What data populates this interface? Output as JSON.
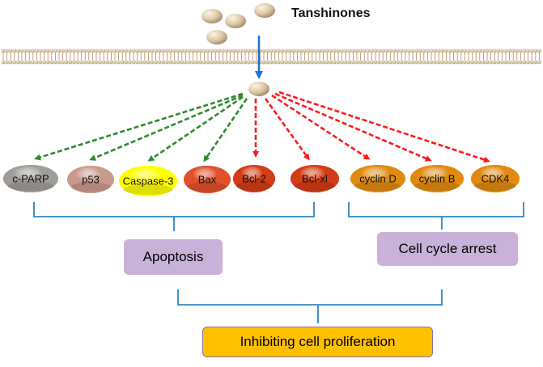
{
  "title": "Tanshinones",
  "molecules": [
    {
      "label": "c-PARP",
      "effect": "up",
      "color": "#a09c98"
    },
    {
      "label": "p53",
      "effect": "up",
      "color": "#c89a8e"
    },
    {
      "label": "Caspase-3",
      "effect": "up",
      "color": "#ffff00"
    },
    {
      "label": "Bax",
      "effect": "up",
      "color": "#e0502a"
    },
    {
      "label": "Bcl-2",
      "effect": "down",
      "color": "#d23c16"
    },
    {
      "label": "Bcl-xl",
      "effect": "down",
      "color": "#d23c16"
    },
    {
      "label": "cyclin D",
      "effect": "down",
      "color": "#e08a10"
    },
    {
      "label": "cyclin B",
      "effect": "down",
      "color": "#e08a10"
    },
    {
      "label": "CDK4",
      "effect": "down",
      "color": "#e08a10"
    }
  ],
  "outcomes": {
    "apoptosis": "Apoptosis",
    "cell_cycle": "Cell cycle arrest",
    "final": "Inhibiting cell proliferation"
  },
  "colors": {
    "up_arrow": "#2e8b2e",
    "down_arrow": "#ff1a1a",
    "entry_arrow": "#1f6fd6",
    "bracket": "#2f86c8",
    "outcome_box": "#c9b2d9",
    "final_box": "#ffc000",
    "membrane_head": "#d8c7a8"
  }
}
